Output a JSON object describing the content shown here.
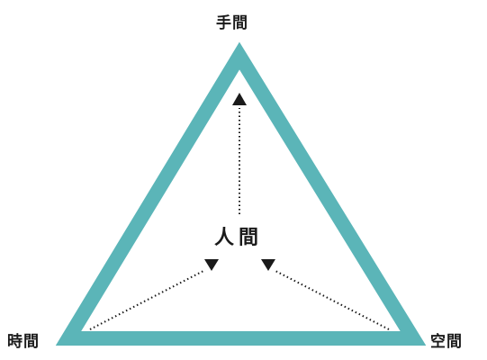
{
  "diagram": {
    "nodes": {
      "top": "手間",
      "left": "時間",
      "right": "空間",
      "center": "人間"
    },
    "colors": {
      "triangle": "#5bb5b8",
      "text": "#1a1a1a",
      "arrow": "#1a1a1a"
    }
  }
}
